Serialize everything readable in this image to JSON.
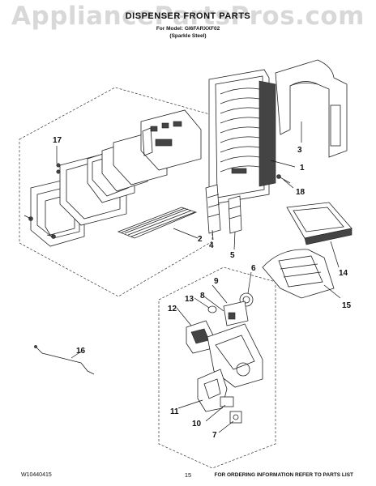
{
  "header": {
    "watermark": "AppliancePartsPros.com",
    "title": "DISPENSER FRONT PARTS",
    "model_line": "For Model: GI6FARXXF02",
    "finish_line": "(Sparkle Steel)"
  },
  "callouts": [
    "1",
    "2",
    "3",
    "4",
    "5",
    "6",
    "7",
    "8",
    "9",
    "10",
    "11",
    "12",
    "13",
    "14",
    "15",
    "16",
    "17",
    "18"
  ],
  "footer": {
    "doc_number": "W10440415",
    "page_number": "15",
    "ordering_note": "FOR ORDERING INFORMATION REFER TO PARTS LIST"
  }
}
